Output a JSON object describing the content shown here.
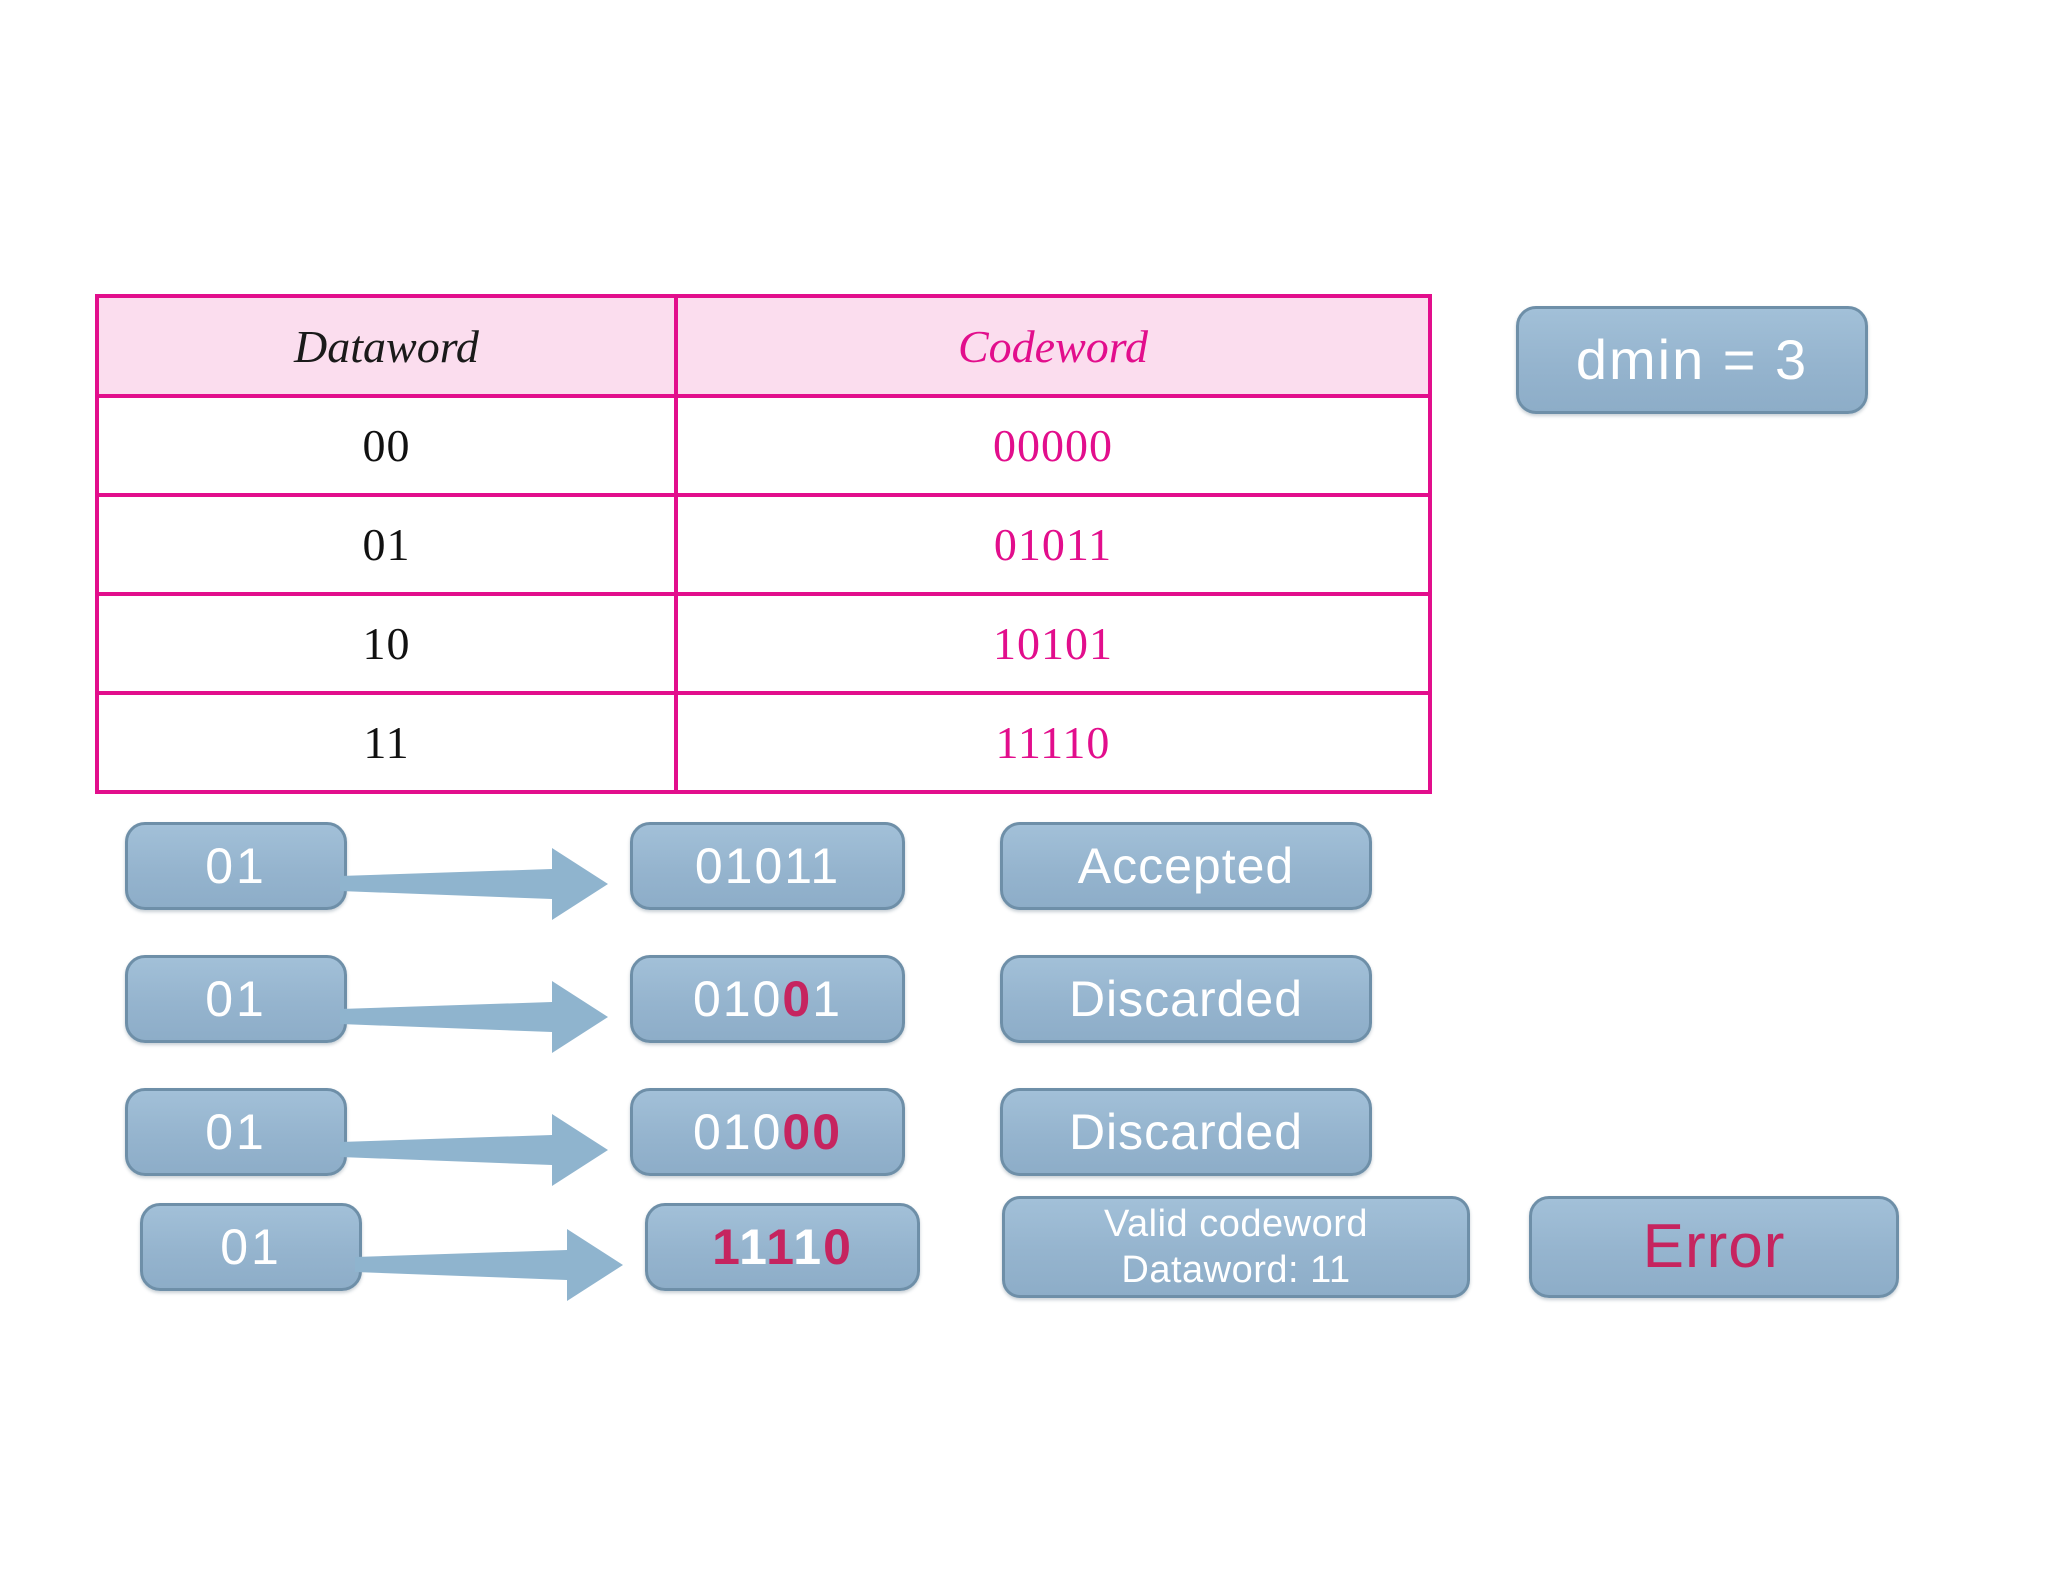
{
  "table": {
    "headers": [
      "Dataword",
      "Codeword"
    ],
    "rows": [
      {
        "dataword": "00",
        "codeword": "00000"
      },
      {
        "dataword": "01",
        "codeword": "01011"
      },
      {
        "dataword": "10",
        "codeword": "10101"
      },
      {
        "dataword": "11",
        "codeword": "11110"
      }
    ]
  },
  "badges": {
    "dmin": "dmin = 3",
    "error": "Error"
  },
  "flow": {
    "rows": [
      {
        "dataword": "01",
        "codeword_plain": "01011",
        "codeword_segments": [
          {
            "text": "01011",
            "highlight": false
          }
        ],
        "status": "Accepted",
        "arrow": "arrow-right-icon"
      },
      {
        "dataword": "01",
        "codeword_plain": "01001",
        "codeword_segments": [
          {
            "text": "010",
            "highlight": false
          },
          {
            "text": "0",
            "highlight": true
          },
          {
            "text": "1",
            "highlight": false
          }
        ],
        "status": "Discarded",
        "arrow": "arrow-right-icon"
      },
      {
        "dataword": "01",
        "codeword_plain": "01000",
        "codeword_segments": [
          {
            "text": "010",
            "highlight": false
          },
          {
            "text": "00",
            "highlight": true
          }
        ],
        "status": "Discarded",
        "arrow": "arrow-right-icon"
      },
      {
        "dataword": "01",
        "codeword_plain": "11110",
        "codeword_segments": [
          {
            "text": "1",
            "highlight": true
          },
          {
            "text": "1",
            "highlight": false
          },
          {
            "text": "1",
            "highlight": true
          },
          {
            "text": "1",
            "highlight": false
          },
          {
            "text": "0",
            "highlight": true
          }
        ],
        "status_line1": "Valid codeword",
        "status_line2": "Dataword: 11",
        "arrow": "arrow-right-icon"
      }
    ]
  },
  "colors": {
    "magenta": "#e20e8c",
    "header_fill": "#fbddee",
    "box_blue": "#95b4ce",
    "box_border": "#6e8fa8",
    "arrow_blue": "#8fb4ce",
    "crimson": "#c6245f",
    "white": "#ffffff",
    "black": "#111111"
  }
}
